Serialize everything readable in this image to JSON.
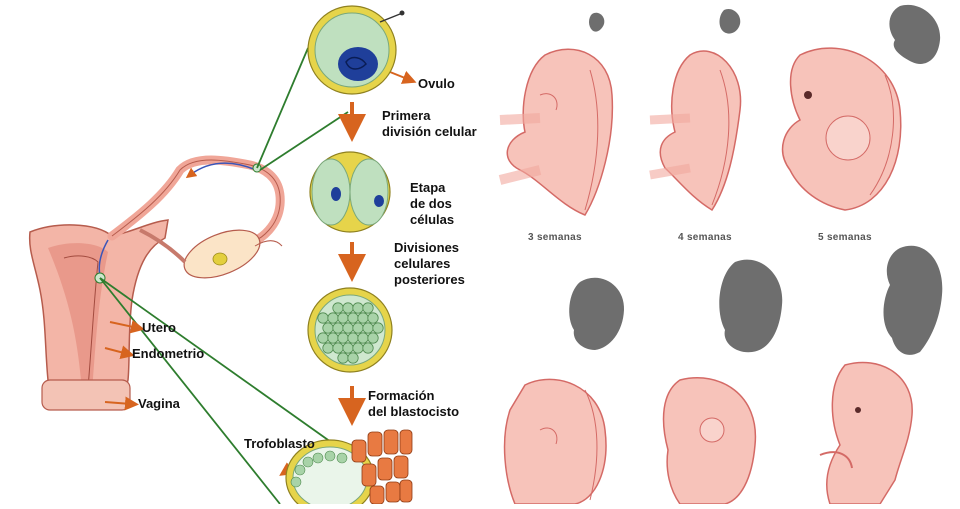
{
  "diagram": {
    "labels": {
      "ovulo": "Ovulo",
      "primera_1": "Primera",
      "primera_2": "división celular",
      "etapa_1": "Etapa",
      "etapa_2": "de dos",
      "etapa_3": "células",
      "divisiones_1": "Divisiones",
      "divisiones_2": "celulares",
      "divisiones_3": "posteriores",
      "formacion_1": "Formación",
      "formacion_2": "del blastocisto",
      "trofoblasto": "Trofoblasto",
      "utero": "Utero",
      "endometrio": "Endometrio",
      "vagina": "Vagina"
    },
    "week_labels": [
      "3 semanas",
      "4 semanas",
      "5 semanas"
    ],
    "colors": {
      "arrow": "#d7641f",
      "line": "#2e7d2e",
      "cell_ring": "#e6d44a",
      "cell_fill": "#bfe0bf",
      "nucleus": "#1f3f9a",
      "embryo_fill": "#f7c3ba",
      "embryo_stroke": "#d46a66",
      "silhouette": "#6e6e6e",
      "uterus": "#f3b5a7"
    }
  }
}
